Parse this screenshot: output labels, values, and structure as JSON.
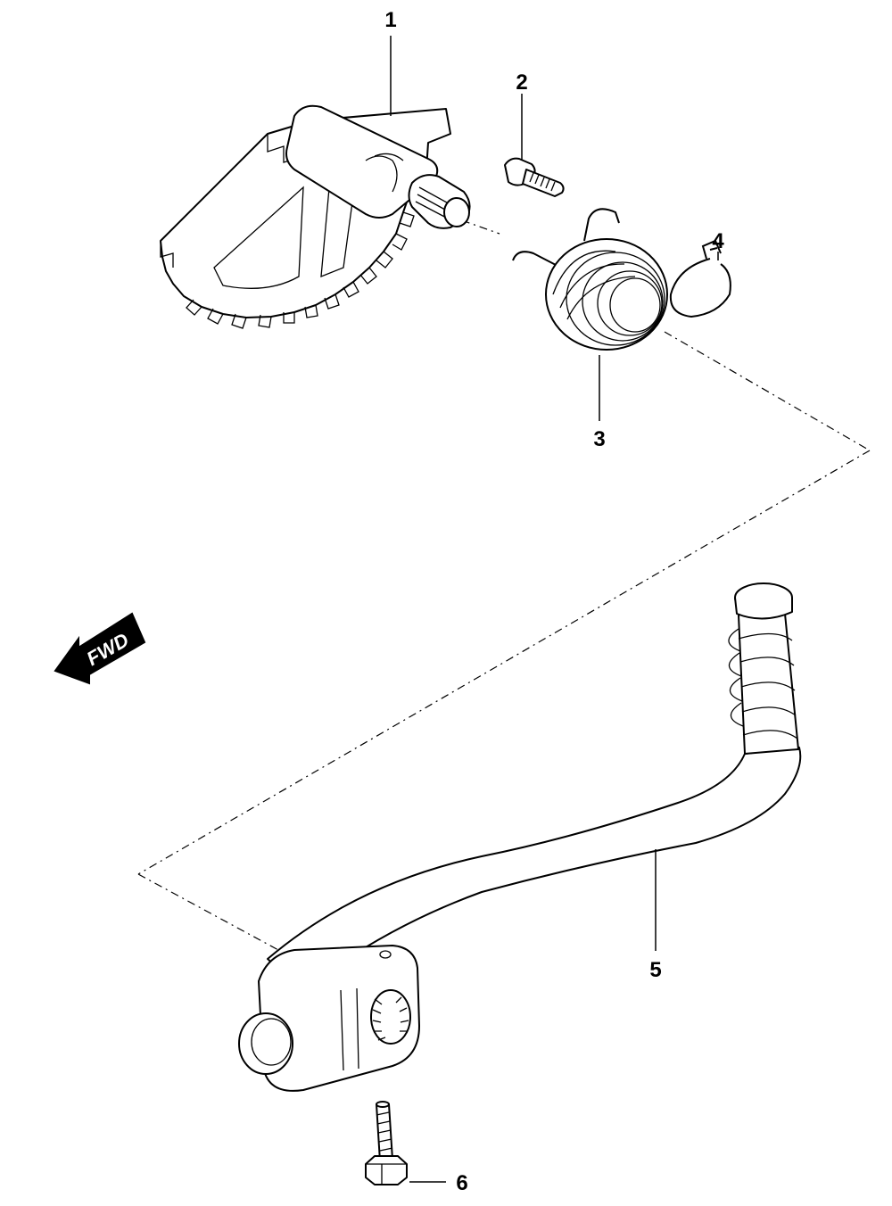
{
  "callouts": [
    {
      "id": "1",
      "label": "1"
    },
    {
      "id": "2",
      "label": "2"
    },
    {
      "id": "3",
      "label": "3"
    },
    {
      "id": "4",
      "label": "4"
    },
    {
      "id": "5",
      "label": "5"
    },
    {
      "id": "6",
      "label": "6"
    }
  ],
  "direction_arrow": {
    "label": "FWD"
  }
}
